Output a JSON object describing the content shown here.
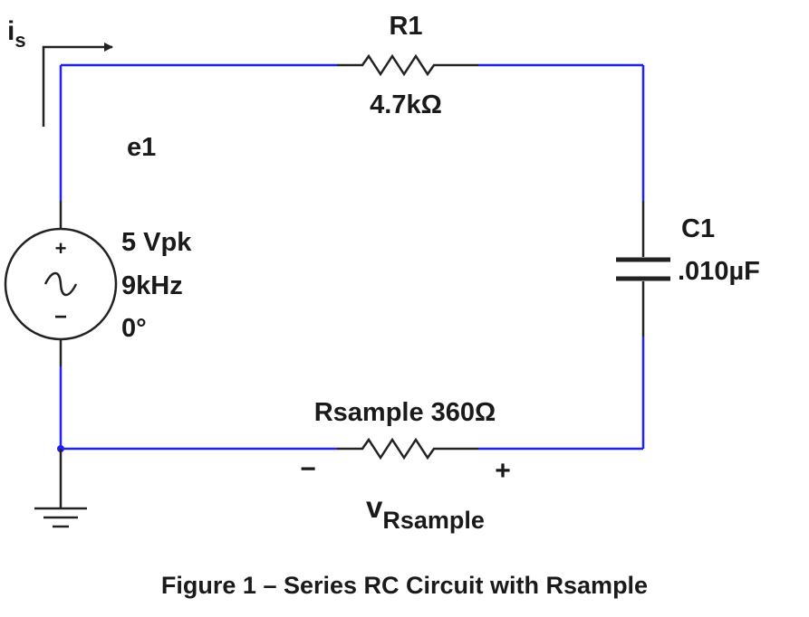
{
  "caption": "Figure 1 – Series RC Circuit with Rsample",
  "colors": {
    "wire": "#1f1fff",
    "component": "#222222",
    "text": "#1a1a1a",
    "background": "#ffffff"
  },
  "current": {
    "symbol": "i",
    "subscript": "s"
  },
  "source": {
    "name": "e1",
    "amplitude": "5 Vpk",
    "frequency": "9kHz",
    "phase": "0°",
    "plus_sign": "+",
    "minus_sign": "−",
    "wave_symbol": "~"
  },
  "r1": {
    "name": "R1",
    "value": "4.7kΩ"
  },
  "c1": {
    "name": "C1",
    "value": ".010µF"
  },
  "rsample": {
    "label": "Rsample 360Ω",
    "minus_sign": "−",
    "plus_sign": "+"
  },
  "voltage": {
    "symbol": "v",
    "subscript": "Rsample"
  },
  "icons": [
    "ac-source-icon",
    "resistor-icon",
    "capacitor-icon",
    "ground-icon",
    "current-arrow-icon"
  ]
}
